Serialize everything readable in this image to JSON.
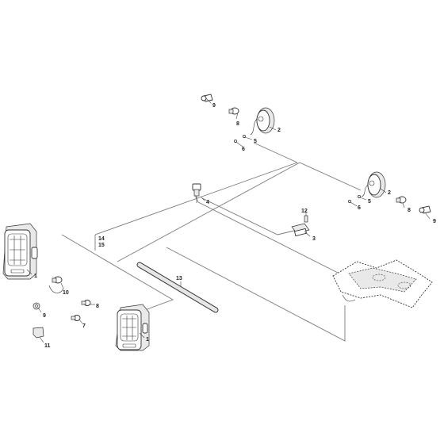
{
  "diagram": {
    "callouts": {
      "c1a": "1",
      "c1b": "1",
      "c2a": "2",
      "c2b": "2",
      "c3": "3",
      "c4": "4",
      "c5a": "5",
      "c5b": "5",
      "c6a": "6",
      "c6b": "6",
      "c7": "7",
      "c8a": "8",
      "c8b": "8",
      "c8c": "8",
      "c9a": "9",
      "c9b": "9",
      "c9c": "9",
      "c10": "10",
      "c11": "11",
      "c12": "12",
      "c13": "13",
      "c14": "14",
      "c15": "15"
    }
  }
}
